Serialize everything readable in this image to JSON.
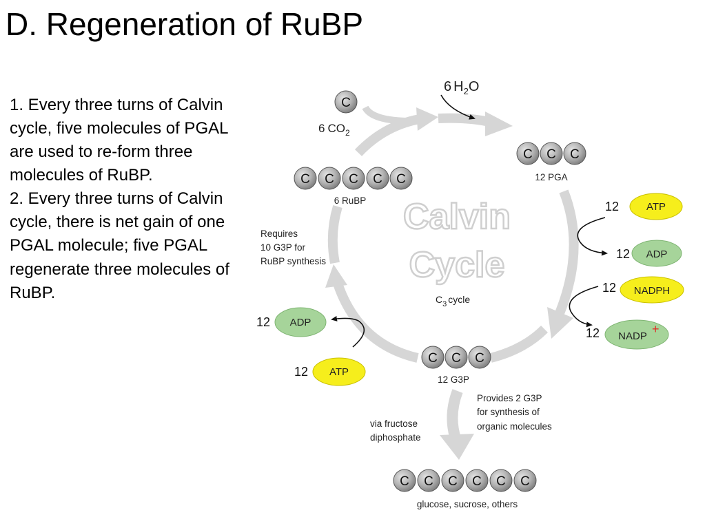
{
  "slide": {
    "title": "D. Regeneration of RuBP",
    "points": [
      "1. Every three turns of Calvin cycle, five molecules of PGAL are used to re-form three molecules of RuBP.",
      "2. Every three turns of Calvin cycle, there is net gain of one PGAL molecule; five PGAL regenerate three molecules of RuBP."
    ]
  },
  "diagram": {
    "center_title_1": "Calvin",
    "center_title_2": "Cycle",
    "center_sub_c": "C",
    "center_sub_3": "3",
    "center_sub_text": "cycle",
    "atom_letter": "C",
    "co2_coef": "6",
    "co2_text": "CO",
    "co2_sub": "2",
    "h2o_coef": "6",
    "h2o_h": "H",
    "h2o_sub": "2",
    "h2o_o": "O",
    "pga_label": "12 PGA",
    "rubp_label": "6 RuBP",
    "g3p_label": "12 G3P",
    "requires_line1": "Requires",
    "requires_line2": "10 G3P for",
    "requires_line3": "RuBP synthesis",
    "provides_line1": "Provides 2 G3P",
    "provides_line2": "for synthesis of",
    "provides_line3": "organic molecules",
    "via_line1": "via fructose",
    "via_line2": "diphosphate",
    "products_label": "glucose, sucrose, others",
    "right_atp_num": "12",
    "right_atp": "ATP",
    "right_adp_num": "12",
    "right_adp": "ADP",
    "right_nadph_num": "12",
    "right_nadph": "NADPH",
    "right_nadp_num": "12",
    "right_nadp": "NADP",
    "plus": "+",
    "left_adp_num": "12",
    "left_adp": "ADP",
    "left_atp_num": "12",
    "left_atp": "ATP"
  },
  "colors": {
    "atp_yellow": "#f6ee1c",
    "adp_green": "#a6d49a",
    "atom_gray": "#a9a9a9",
    "cycle_arrow": "#d4d4d4",
    "plus_red": "#e0302a"
  }
}
